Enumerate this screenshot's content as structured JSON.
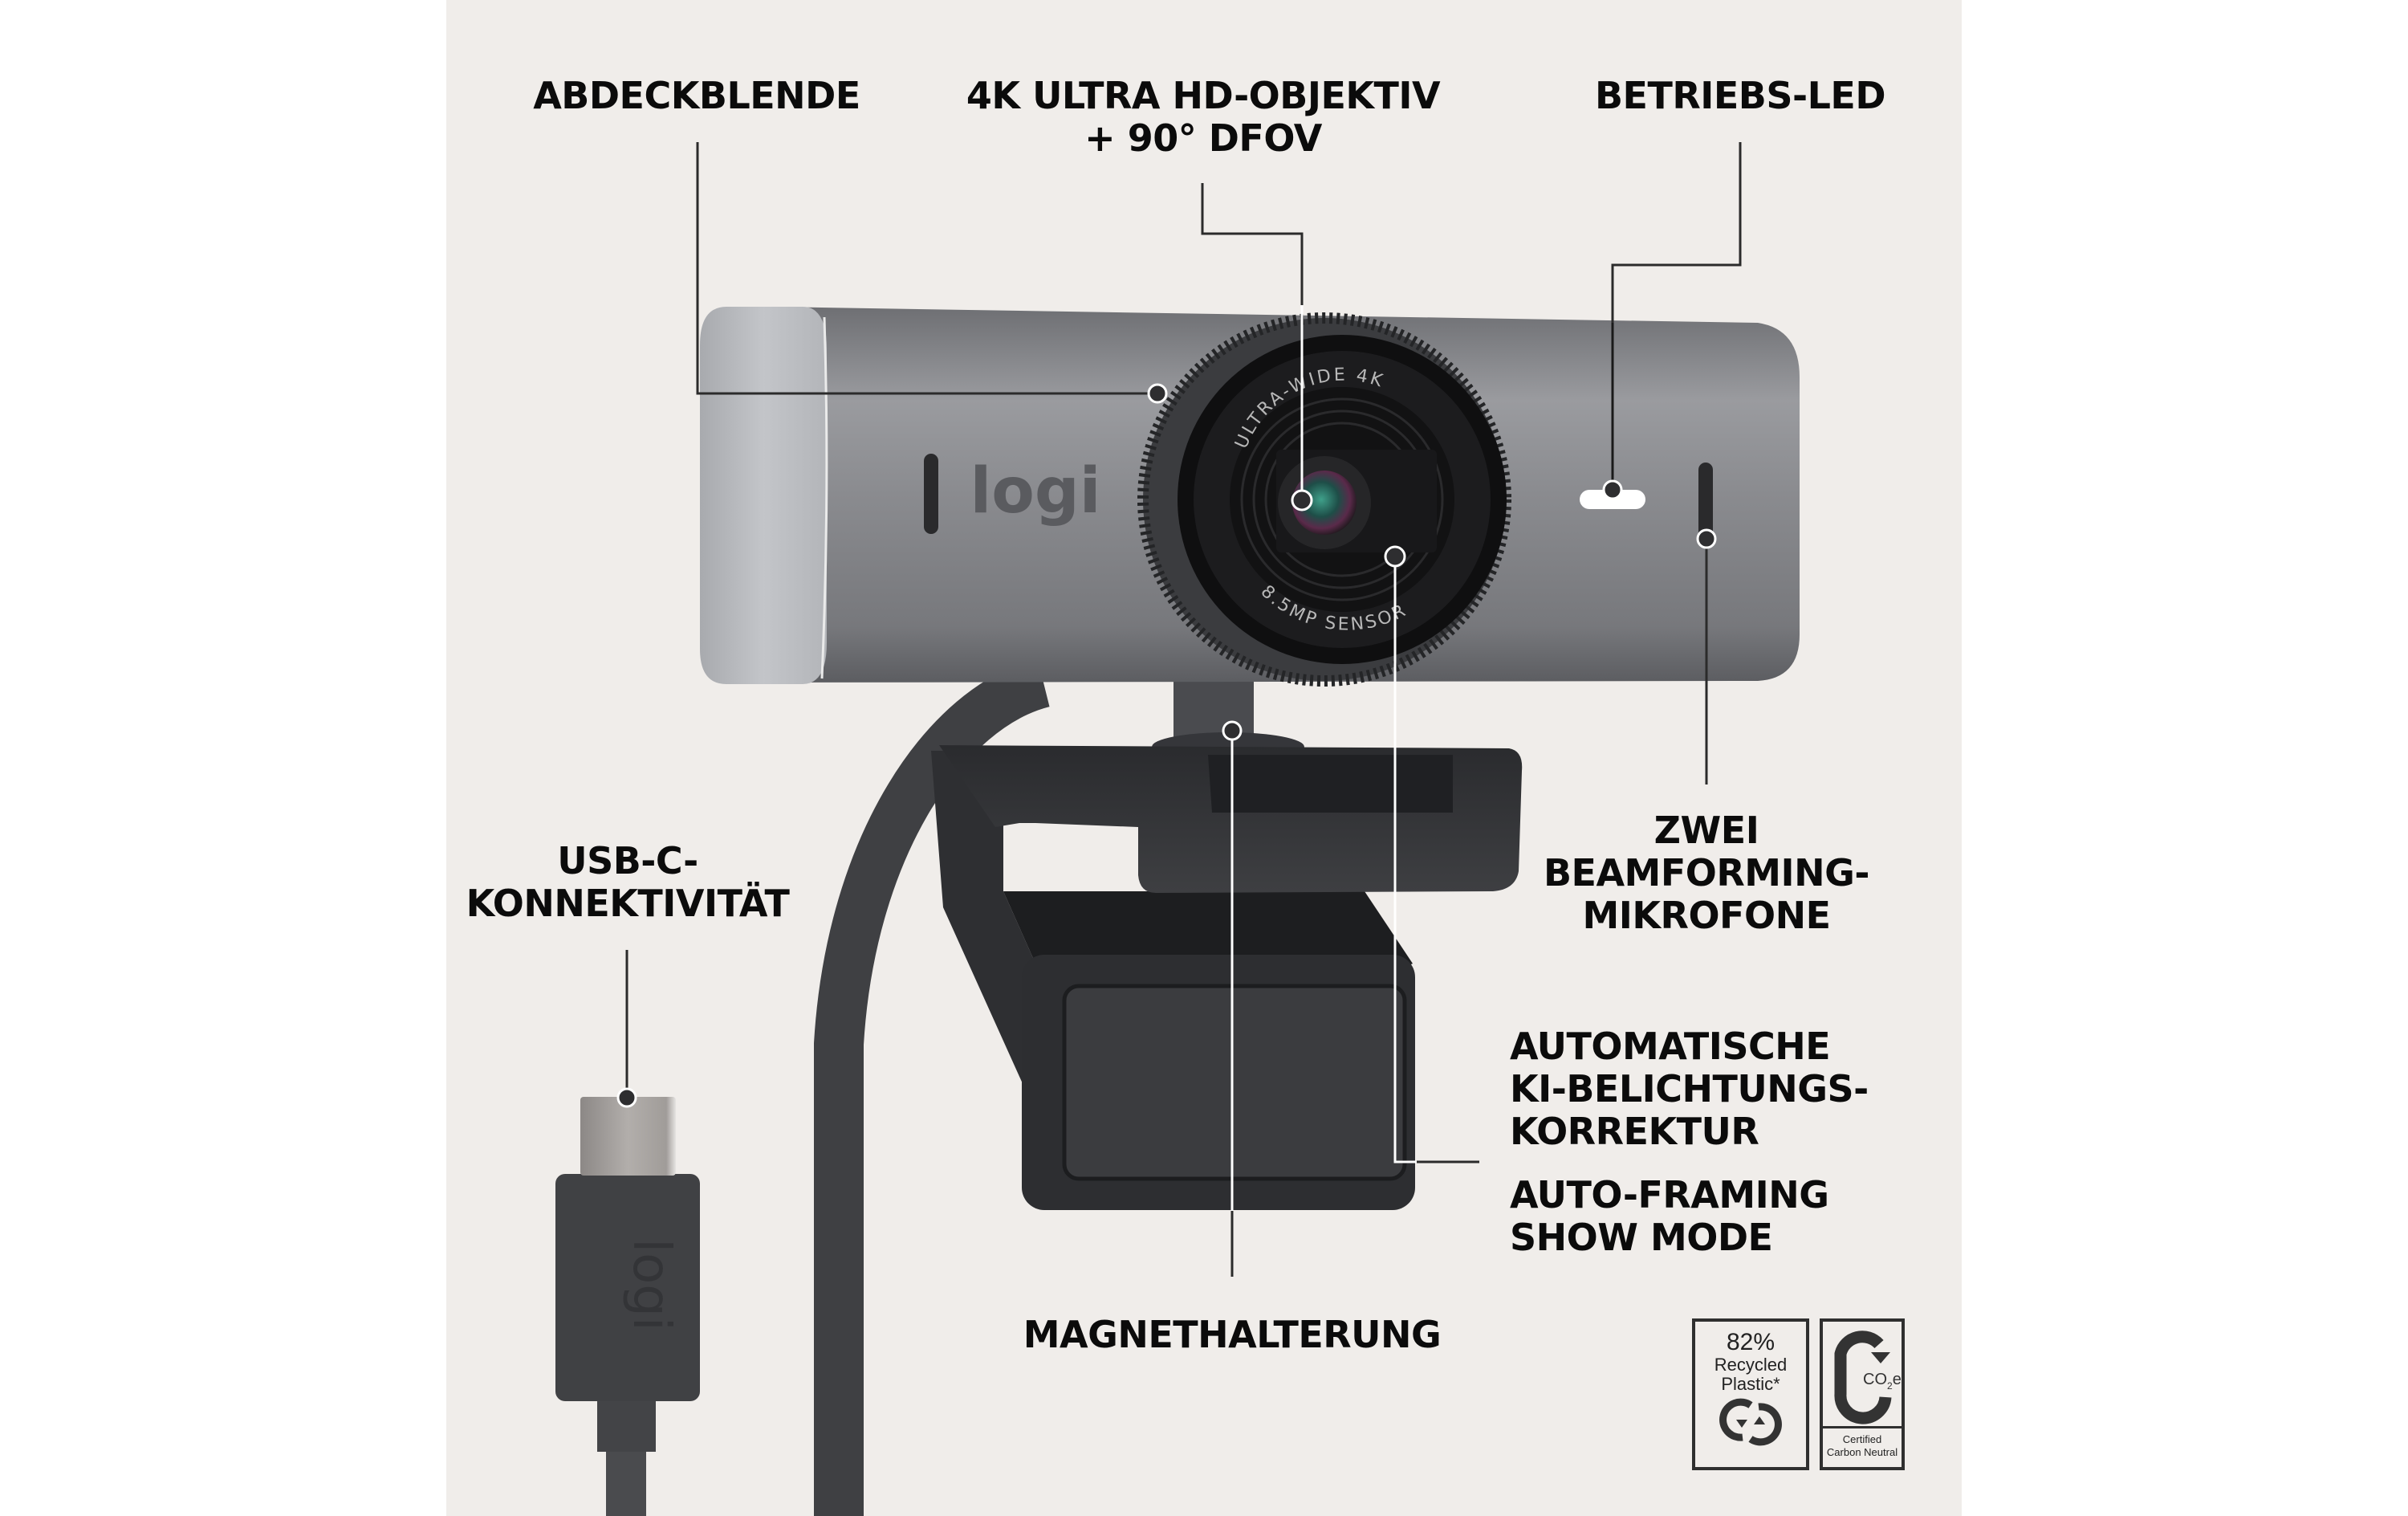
{
  "product": {
    "brand_logo": "logi",
    "lens_ring_top_text": "ULTRA-WIDE 4K",
    "lens_ring_bottom_text": "8.5MP SENSOR"
  },
  "callouts": {
    "privacy_shutter": {
      "lines": [
        "ABDECKBLENDE"
      ]
    },
    "lens": {
      "lines": [
        "4K ULTRA HD-OBJEKTIV",
        "+ 90° DFOV"
      ]
    },
    "power_led": {
      "lines": [
        "BETRIEBS-LED"
      ]
    },
    "usb_c": {
      "lines": [
        "USB-C-",
        "KONNEKTIVITÄT"
      ]
    },
    "microphones": {
      "lines": [
        "ZWEI",
        "BEAMFORMING-",
        "MIKROFONE"
      ]
    },
    "exposure": {
      "lines": [
        "AUTOMATISCHE",
        "KI-BELICHTUNGS-",
        "KORREKTUR"
      ]
    },
    "framing": {
      "lines": [
        "AUTO-FRAMING",
        "SHOW MODE"
      ]
    },
    "magnet_mount": {
      "lines": [
        "MAGNETHALTERUNG"
      ]
    }
  },
  "badges": {
    "recycled": {
      "percent": "82%",
      "line1": "Recycled",
      "line2": "Plastic*",
      "icon": "recycle-arrows-icon"
    },
    "carbon": {
      "symbol_text": "CO",
      "symbol_sub": "2",
      "symbol_suffix": "e",
      "line1": "Certified",
      "line2": "Carbon Neutral",
      "icon": "carbon-cycle-icon"
    }
  },
  "colors": {
    "background": "#f0edea",
    "outer": "#ffffff",
    "label_text": "#0b0b0b",
    "body_grey": "#8b8c90",
    "cap_light": "#b9bbbf",
    "mount_dark": "#3a3b3e",
    "lens_black": "#141414",
    "cable": "#3f4043",
    "leader_line": "#2b2b2b"
  }
}
